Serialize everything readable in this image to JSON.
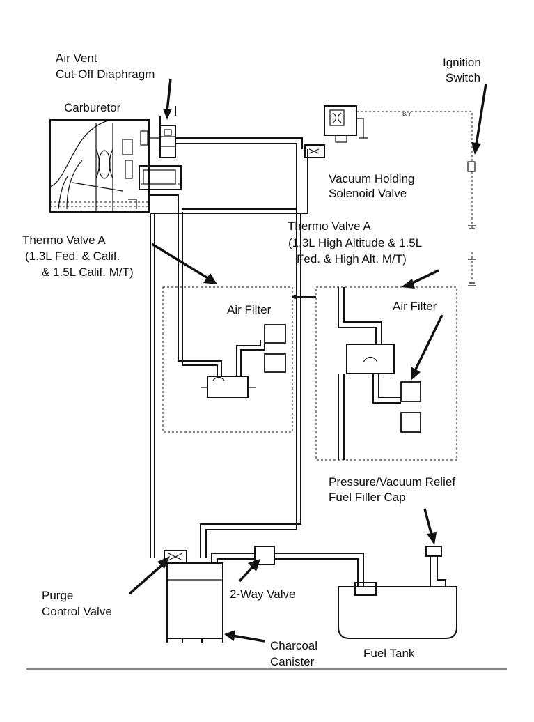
{
  "labels": {
    "air_vent": [
      "Air Vent",
      "Cut-Off Diaphragm"
    ],
    "carburetor": "Carburetor",
    "ignition_switch": [
      "Ignition",
      "Switch"
    ],
    "wire_code": "B/Y",
    "vacuum_solenoid": [
      "Vacuum Holding",
      "Solenoid Valve"
    ],
    "thermo_valve_left": [
      "Thermo Valve A",
      "(1.3L Fed. & Calif.",
      "& 1.5L Calif. M/T)"
    ],
    "thermo_valve_right": [
      "Thermo Valve A",
      "(1.3L High Altitude & 1.5L",
      "Fed. & High Alt. M/T)"
    ],
    "air_filter_left": "Air Filter",
    "air_filter_right": "Air Filter",
    "filler_cap": [
      "Pressure/Vacuum Relief",
      "Fuel Filler Cap"
    ],
    "purge_valve": [
      "Purge",
      "Control Valve"
    ],
    "two_way_valve": "2-Way Valve",
    "charcoal_canister": [
      "Charcoal",
      "Canister"
    ],
    "fuel_tank": "Fuel Tank"
  }
}
